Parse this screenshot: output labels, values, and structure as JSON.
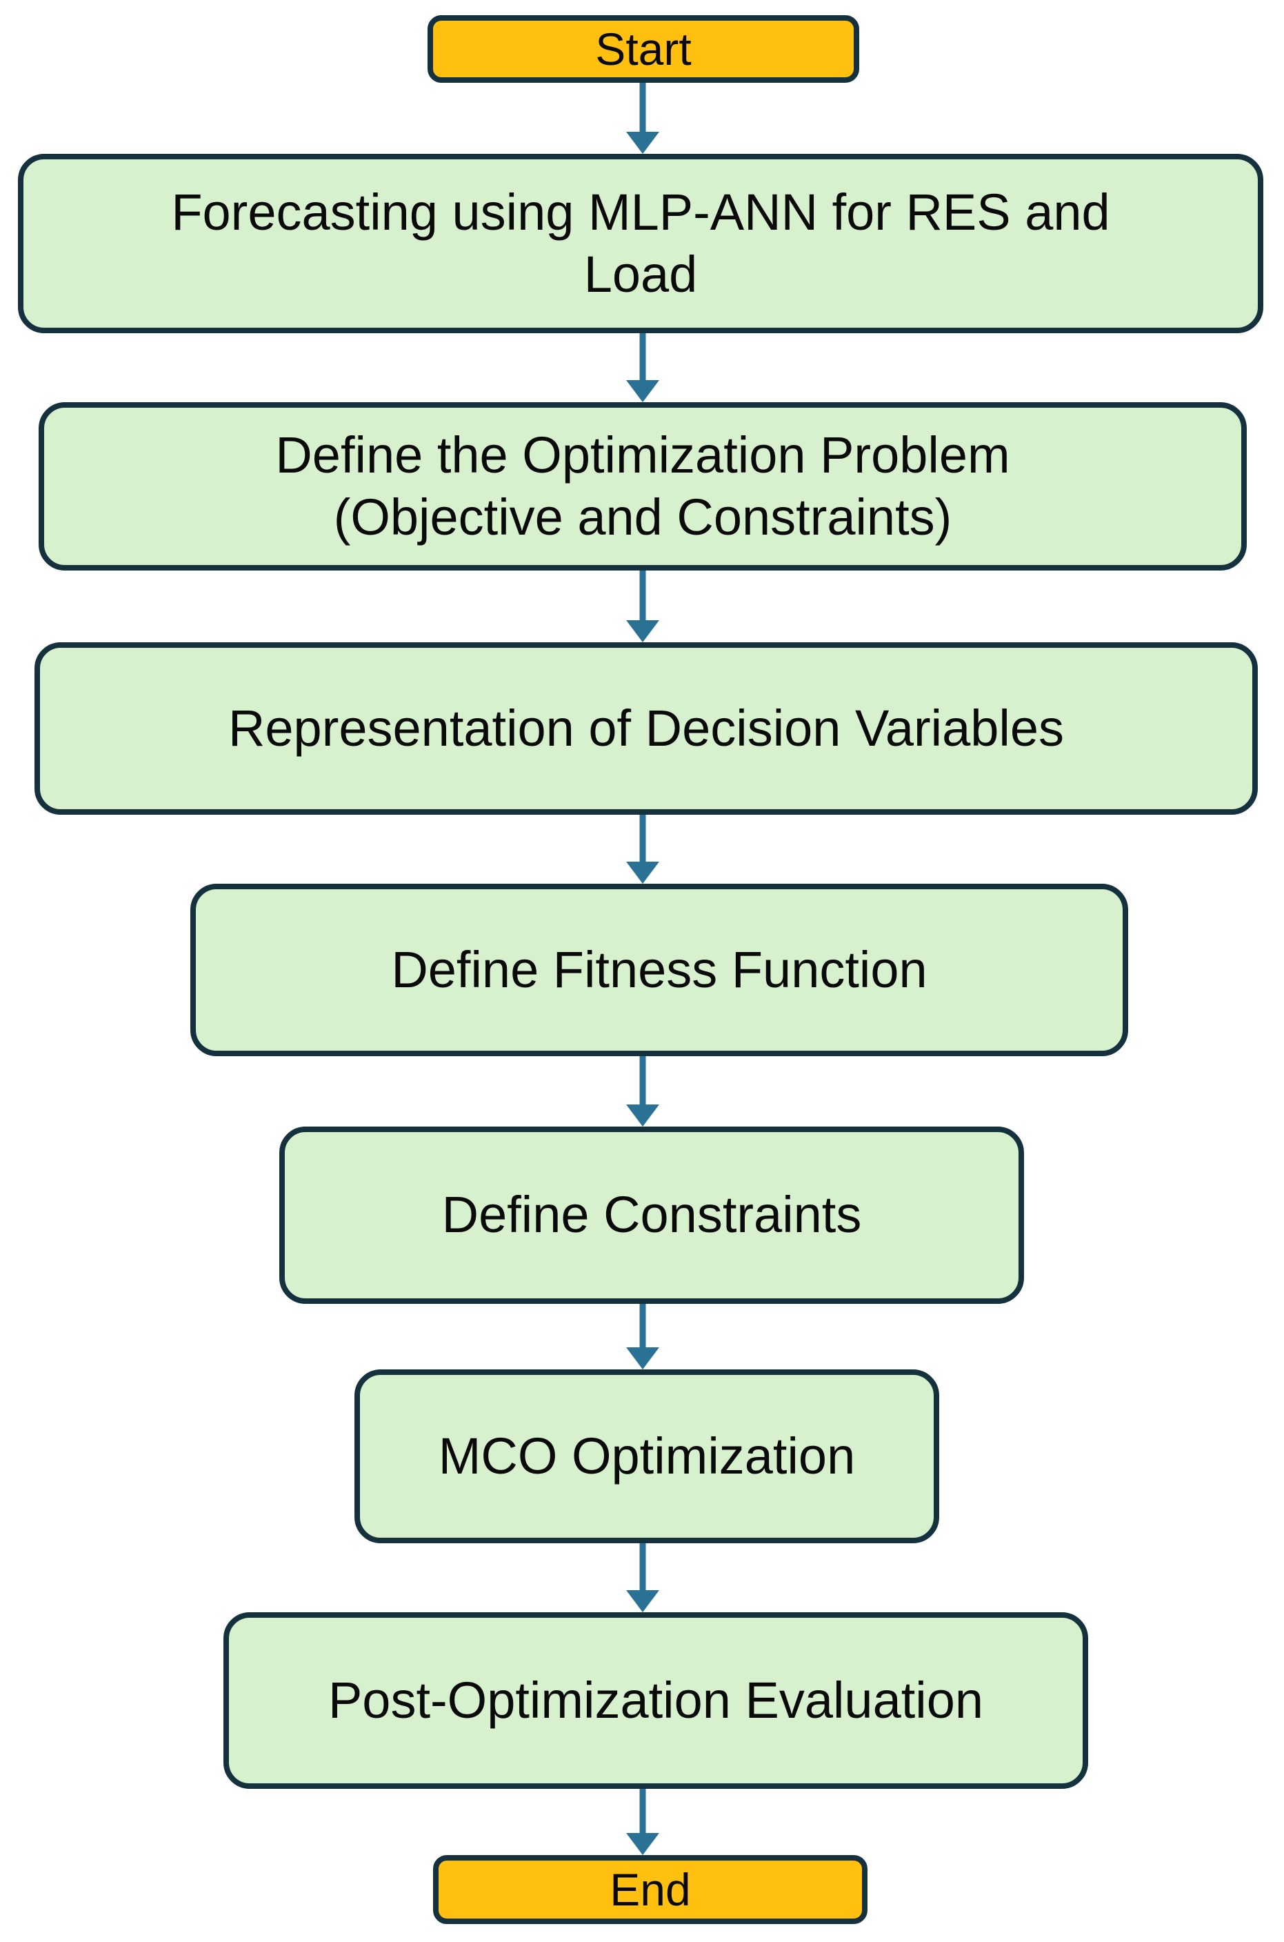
{
  "figure": {
    "type": "flowchart",
    "orientation": "top-to-bottom"
  },
  "flowchart": {
    "colors": {
      "terminator_fill": "#FFC010",
      "process_fill": "#D7F0CE",
      "node_border": "#14313D",
      "arrow": "#2B7095",
      "text": "#0A0A0A",
      "canvas_bg": "#FFFFFF"
    },
    "nodes": [
      {
        "id": "start",
        "type": "terminator",
        "label": "Start",
        "lines": [
          "Start"
        ]
      },
      {
        "id": "forecasting-mlp-ann",
        "type": "process",
        "label": "Forecasting using MLP-ANN for RES and Load",
        "lines": [
          "Forecasting using MLP-ANN for RES and",
          "Load"
        ]
      },
      {
        "id": "define-optimization-problem",
        "type": "process",
        "label": "Define the Optimization Problem (Objective and Constraints)",
        "lines": [
          "Define the Optimization Problem",
          "(Objective and Constraints)"
        ]
      },
      {
        "id": "representation-of-decision-variables",
        "type": "process",
        "label": "Representation of Decision Variables",
        "lines": [
          "Representation of Decision Variables"
        ]
      },
      {
        "id": "define-fitness-function",
        "type": "process",
        "label": "Define Fitness Function",
        "lines": [
          "Define Fitness Function"
        ]
      },
      {
        "id": "define-constraints",
        "type": "process",
        "label": "Define Constraints",
        "lines": [
          "Define Constraints"
        ]
      },
      {
        "id": "mco-optimization",
        "type": "process",
        "label": "MCO Optimization",
        "lines": [
          "MCO Optimization"
        ]
      },
      {
        "id": "post-optimization-evaluation",
        "type": "process",
        "label": "Post-Optimization Evaluation",
        "lines": [
          "Post-Optimization Evaluation"
        ]
      },
      {
        "id": "end",
        "type": "terminator",
        "label": "End",
        "lines": [
          "End"
        ]
      }
    ],
    "edges": [
      {
        "from": "start",
        "to": "forecasting-mlp-ann"
      },
      {
        "from": "forecasting-mlp-ann",
        "to": "define-optimization-problem"
      },
      {
        "from": "define-optimization-problem",
        "to": "representation-of-decision-variables"
      },
      {
        "from": "representation-of-decision-variables",
        "to": "define-fitness-function"
      },
      {
        "from": "define-fitness-function",
        "to": "define-constraints"
      },
      {
        "from": "define-constraints",
        "to": "mco-optimization"
      },
      {
        "from": "mco-optimization",
        "to": "post-optimization-evaluation"
      },
      {
        "from": "post-optimization-evaluation",
        "to": "end"
      }
    ]
  }
}
